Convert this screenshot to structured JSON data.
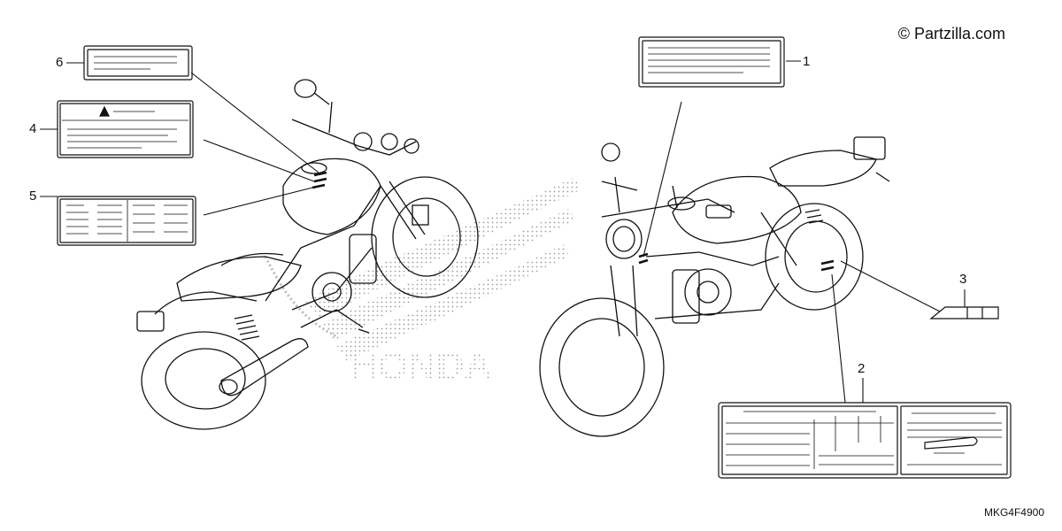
{
  "watermark": {
    "text": "© Partzilla.com"
  },
  "diagram_code": "MKG4F4900",
  "brand_mark": {
    "text": "HONDA"
  },
  "callouts": [
    {
      "id": "label-1",
      "number": "1"
    },
    {
      "id": "label-2",
      "number": "2"
    },
    {
      "id": "label-3",
      "number": "3"
    },
    {
      "id": "label-4",
      "number": "4"
    },
    {
      "id": "label-5",
      "number": "5"
    },
    {
      "id": "label-6",
      "number": "6"
    }
  ],
  "colors": {
    "ink": "#111111",
    "background": "#ffffff",
    "dots": "#9a9a9a"
  }
}
